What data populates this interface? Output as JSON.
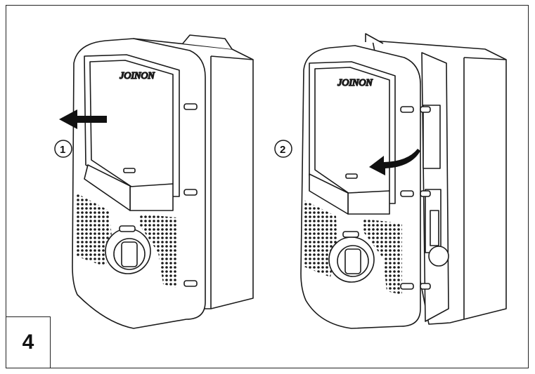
{
  "figure": {
    "step_number": "4",
    "callouts": [
      {
        "label": "1",
        "meaning": "slide cover off to the left"
      },
      {
        "label": "2",
        "meaning": "swing cover open on hinge"
      }
    ],
    "brand_label": "JOINON",
    "colors": {
      "line": "#1a1a1a",
      "fill": "#ffffff",
      "arrow": "#111111"
    }
  }
}
